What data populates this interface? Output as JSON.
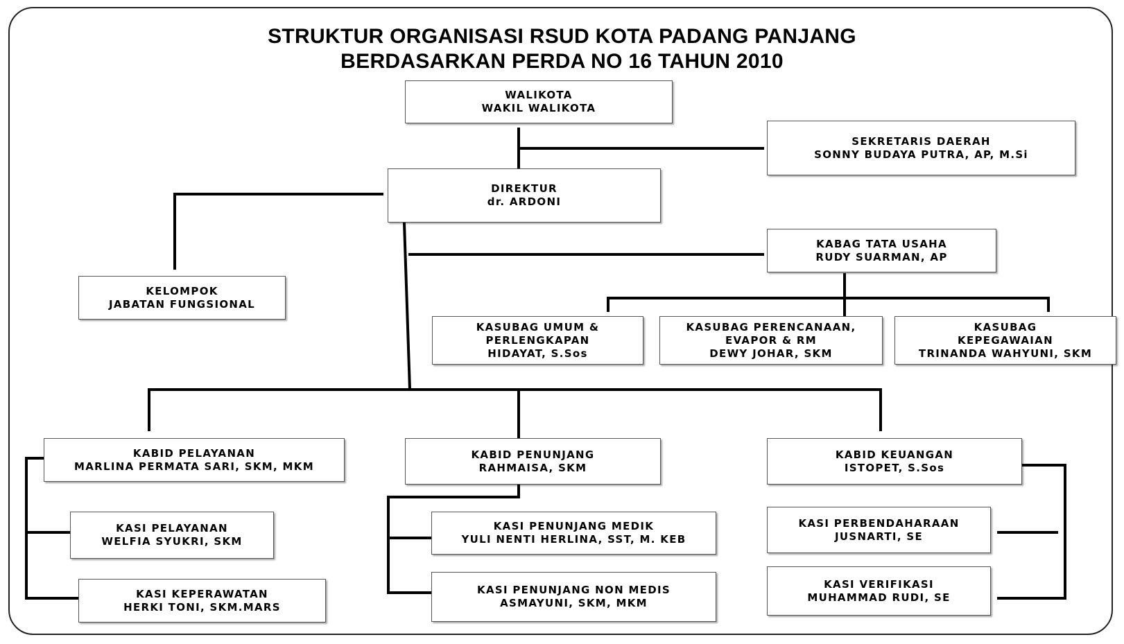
{
  "title": {
    "line1": "STRUKTUR ORGANISASI RSUD KOTA PADANG PANJANG",
    "line2": "BERDASARKAN PERDA NO  16 TAHUN 2010"
  },
  "boxes": {
    "walikota": {
      "line1": "WALIKOTA",
      "line2": "WAKIL WALIKOTA"
    },
    "sekda": {
      "line1": "SEKRETARIS DAERAH",
      "line2": "SONNY BUDAYA PUTRA, AP, M.Si"
    },
    "direktur": {
      "line1": "DIREKTUR",
      "line2": "dr. ARDONI"
    },
    "tata_usaha": {
      "line1": "KABAG TATA USAHA",
      "line2": "RUDY SUARMAN, AP"
    },
    "fungsional": {
      "line1": "KELOMPOK",
      "line2": "JABATAN FUNGSIONAL"
    },
    "umum": {
      "line1": "KASUBAG UMUM &",
      "line2": "PERLENGKAPAN",
      "line3": "HIDAYAT, S.Sos"
    },
    "perencanaan": {
      "line1": "KASUBAG PERENCANAAN,",
      "line2": "EVAPOR & RM",
      "line3": "DEWY JOHAR,  SKM"
    },
    "kepegawaian": {
      "line1": "KASUBAG",
      "line2": "KEPEGAWAIAN",
      "line3": "TRINANDA  WAHYUNI,  SKM"
    },
    "pelayanan": {
      "line1": "KABID PELAYANAN",
      "line2": "MARLINA PERMATA SARI, SKM, MKM"
    },
    "penunjang": {
      "line1": "KABID PENUNJANG",
      "line2": "RAHMAISA, SKM"
    },
    "keuangan": {
      "line1": "KABID KEUANGAN",
      "line2": "ISTOPET, S.Sos"
    },
    "kasi_pelayanan": {
      "line1": "KASI PELAYANAN",
      "line2": "WELFIA SYUKRI, SKM"
    },
    "kasi_keperawatan": {
      "line1": "KASI KEPERAWATAN",
      "line2": "HERKI TONI, SKM.MARS"
    },
    "kasi_medik": {
      "line1": "KASI PENUNJANG  MEDIK",
      "line2": "YULI NENTI  HERLINA,  SST, M. KEB"
    },
    "kasi_nonmedis": {
      "line1": "KASI PENUNJANG  NON MEDIS",
      "line2": "ASMAYUNI, SKM, MKM"
    },
    "kasi_perbendaharaan": {
      "line1": "KASI PERBENDAHARAAN",
      "line2": "JUSNARTI, SE"
    },
    "kasi_verifikasi": {
      "line1": "KASI VERIFIKASI",
      "line2": "MUHAMMAD RUDI, SE"
    }
  }
}
